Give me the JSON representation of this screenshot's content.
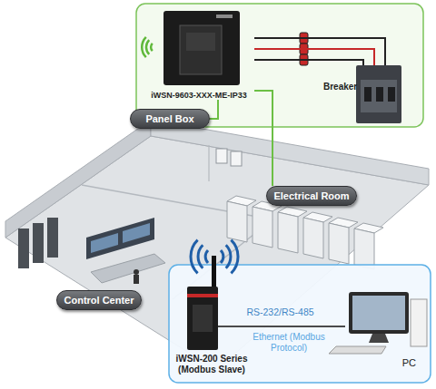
{
  "diagram": {
    "nodes": [
      {
        "text": [
          "iWSN-9603-XXX-ME-IP33"
        ]
      },
      {
        "text": [
          "Breaker"
        ]
      },
      {
        "text": [
          "Panel Box"
        ]
      },
      {
        "text": [
          "Electrical Room"
        ]
      },
      {
        "text": [
          "Control Center"
        ]
      },
      {
        "text": [
          "iWSN-200 Series (Modbus Slave)"
        ]
      },
      {
        "text": [
          "PC"
        ]
      }
    ],
    "edges": [
      {
        "from": 0,
        "to": 2,
        "arrow": "none"
      },
      {
        "from": 0,
        "to": 3,
        "arrow": "none"
      },
      {
        "from": 0,
        "to": 1,
        "arrow": "none"
      },
      {
        "from": 5,
        "to": 6,
        "label": "RS-232/RS-485",
        "arrow": "none"
      }
    ],
    "labels": [
      "Ethernet (Modbus Protocol)"
    ]
  }
}
